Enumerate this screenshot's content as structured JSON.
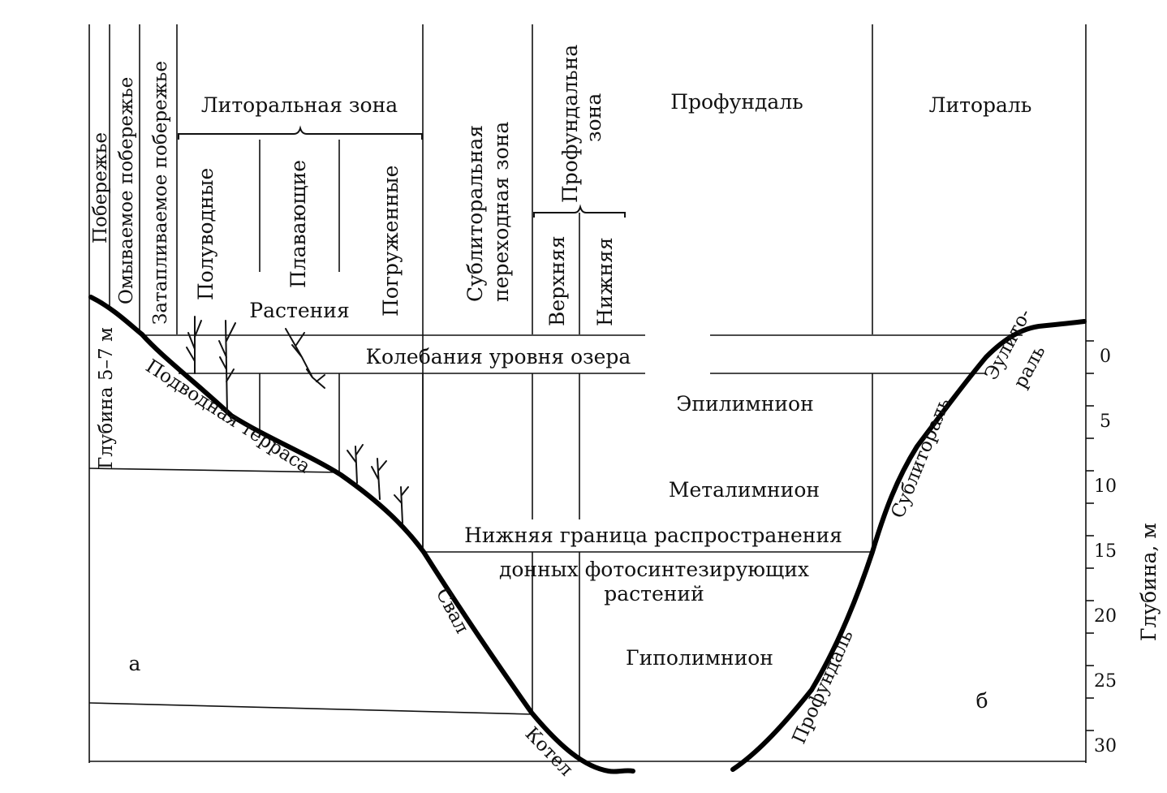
{
  "zones": {
    "poberezhye": "Побережье",
    "omyvaemoe": "Омываемое побережье",
    "zataplivaemoe": "Затапливаемое побережье",
    "litoral_zone": "Литоральная зона",
    "poluvodnye": "Полуводные",
    "plavayushchie": "Плавающие",
    "pogruzhennye": "Погруженные",
    "rasteniya": "Растения",
    "sublitoral": "Сублиторальная",
    "perekhodnaya": "переходная зона",
    "profundal_zone_1": "Профундальна",
    "profundal_zone_2": "зона",
    "verkhnyaya": "Верхняя",
    "nizhnyaya": "Нижняя",
    "profundal": "Профундаль",
    "litoral": "Литораль"
  },
  "labels": {
    "lake_level": "Колебания уровня озера",
    "epilimnion": "Эпилимнион",
    "metalimnion": "Металимнион",
    "lower_boundary": "Нижняя граница распространения",
    "photosynth": "донных фотосинтезирующих",
    "plants": "растений",
    "hypolimnion": "Гиполимнион",
    "depth_57": "Глубина 5–7 м",
    "terrace": "Подводная терраса",
    "sval": "Свал",
    "kotel": "Котел",
    "panel_a": "а",
    "panel_b": "б",
    "eulitoral_1": "Эулито-",
    "eulitoral_2": "раль",
    "sublitoral_b": "Сублитораль",
    "profundal_b": "Профундаль"
  },
  "axis": {
    "label": "Глубина, м",
    "ticks": [
      "0",
      "5",
      "10",
      "15",
      "20",
      "25",
      "30"
    ]
  }
}
